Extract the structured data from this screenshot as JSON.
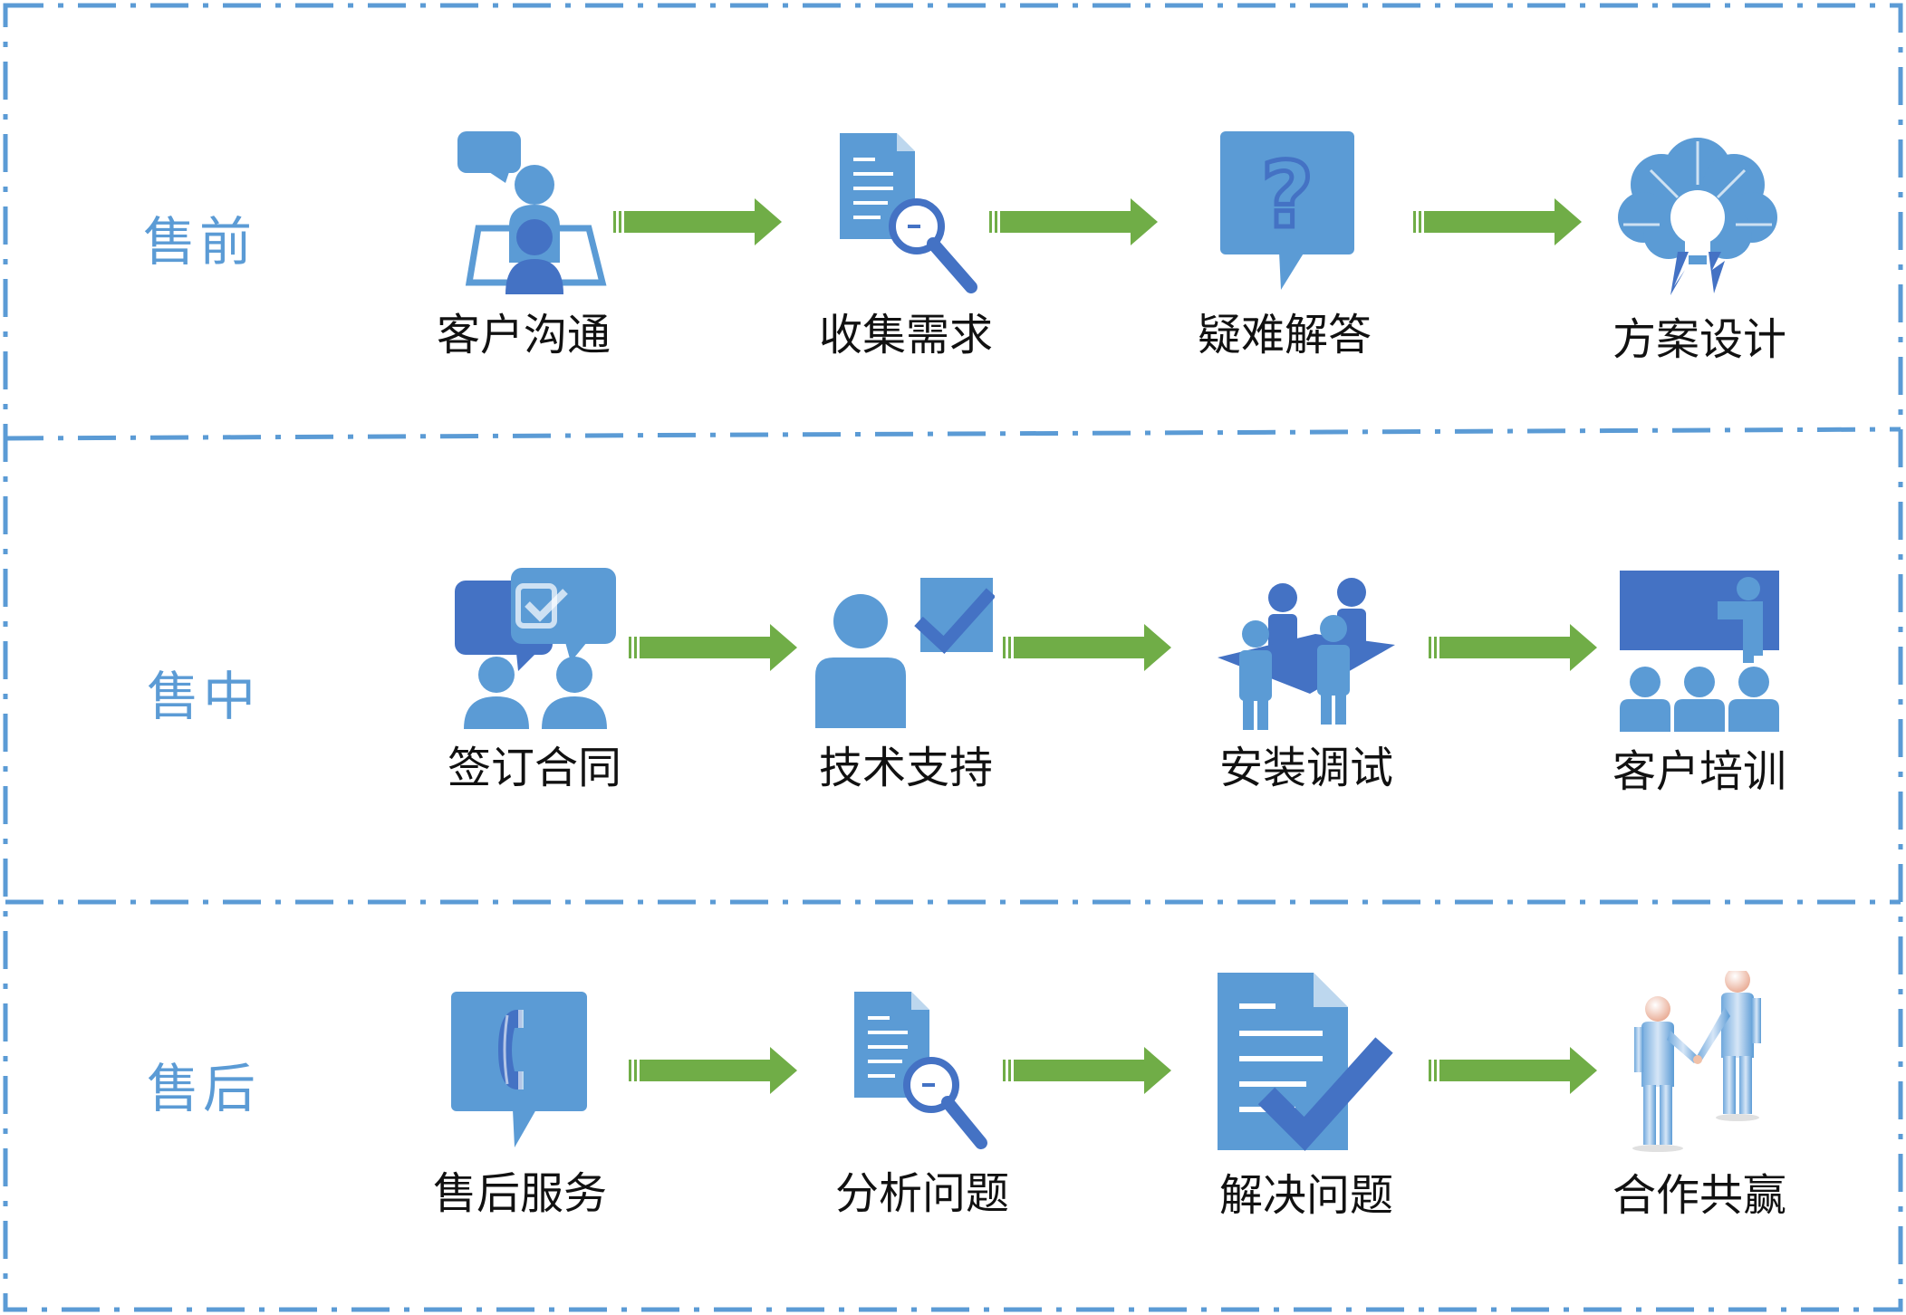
{
  "colors": {
    "frame": "#5b9bd5",
    "label": "#5b9bd5",
    "icon_light": "#5b9bd5",
    "icon_dark": "#4472c4",
    "arrow": "#70ad47",
    "text": "#111111"
  },
  "phases": [
    {
      "label": "售前",
      "steps": [
        {
          "label": "客户沟通",
          "icon": "presenter-chat-icon"
        },
        {
          "label": "收集需求",
          "icon": "document-search-icon"
        },
        {
          "label": "疑难解答",
          "icon": "question-bubble-icon"
        },
        {
          "label": "方案设计",
          "icon": "brain-lightbulb-icon"
        }
      ]
    },
    {
      "label": "售中",
      "steps": [
        {
          "label": "签订合同",
          "icon": "chat-agreement-icon"
        },
        {
          "label": "技术支持",
          "icon": "person-check-icon"
        },
        {
          "label": "安装调试",
          "icon": "team-meeting-icon"
        },
        {
          "label": "客户培训",
          "icon": "training-board-icon"
        }
      ]
    },
    {
      "label": "售后",
      "steps": [
        {
          "label": "售后服务",
          "icon": "phone-bubble-icon"
        },
        {
          "label": "分析问题",
          "icon": "document-search-icon"
        },
        {
          "label": "解决问题",
          "icon": "document-check-icon"
        },
        {
          "label": "合作共赢",
          "icon": "handshake-icon"
        }
      ]
    }
  ]
}
